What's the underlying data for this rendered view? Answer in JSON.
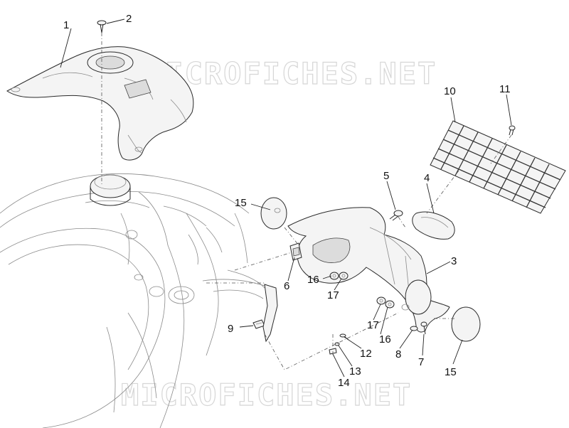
{
  "watermark": {
    "top": "MICROFICHES.NET",
    "bottom": "MICROFICHES.NET"
  },
  "callouts": [
    {
      "id": "1",
      "text": "1"
    },
    {
      "id": "2",
      "text": "2"
    },
    {
      "id": "3",
      "text": "3"
    },
    {
      "id": "4",
      "text": "4"
    },
    {
      "id": "5",
      "text": "5"
    },
    {
      "id": "6",
      "text": "6"
    },
    {
      "id": "7",
      "text": "7"
    },
    {
      "id": "8",
      "text": "8"
    },
    {
      "id": "9",
      "text": "9"
    },
    {
      "id": "10",
      "text": "10"
    },
    {
      "id": "11",
      "text": "11"
    },
    {
      "id": "12",
      "text": "12"
    },
    {
      "id": "13",
      "text": "13"
    },
    {
      "id": "14",
      "text": "14"
    },
    {
      "id": "15a",
      "text": "15"
    },
    {
      "id": "15b",
      "text": "15"
    },
    {
      "id": "16a",
      "text": "16"
    },
    {
      "id": "16b",
      "text": "16"
    },
    {
      "id": "17a",
      "text": "17"
    },
    {
      "id": "17b",
      "text": "17"
    }
  ]
}
